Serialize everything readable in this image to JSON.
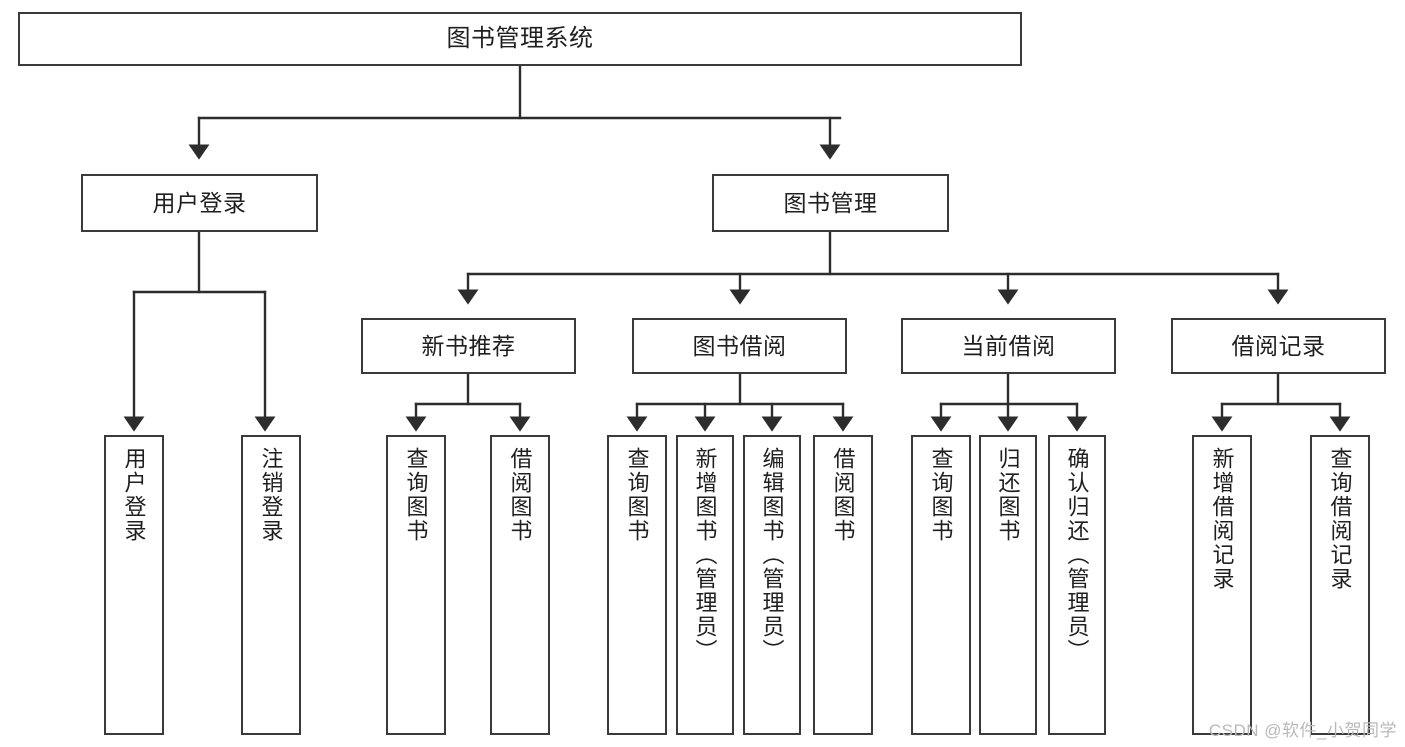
{
  "diagram": {
    "title": "图书管理系统",
    "type": "functional-structure-tree",
    "root": {
      "id": "root",
      "label": "图书管理系统"
    },
    "level1": [
      {
        "id": "user-login",
        "label": "用户登录"
      },
      {
        "id": "book-manage",
        "label": "图书管理"
      }
    ],
    "level2": [
      {
        "id": "new-book-recommend",
        "label": "新书推荐",
        "parent": "book-manage"
      },
      {
        "id": "book-borrow",
        "label": "图书借阅",
        "parent": "book-manage"
      },
      {
        "id": "current-borrow",
        "label": "当前借阅",
        "parent": "book-manage"
      },
      {
        "id": "borrow-record",
        "label": "借阅记录",
        "parent": "book-manage"
      }
    ],
    "leaves": [
      {
        "id": "leaf-user-login",
        "label": "用户登录",
        "parent": "user-login"
      },
      {
        "id": "leaf-user-logout",
        "label": "注销登录",
        "parent": "user-login"
      },
      {
        "id": "leaf-query-book-1",
        "label": "查询图书",
        "parent": "new-book-recommend"
      },
      {
        "id": "leaf-borrow-book-1",
        "label": "借阅图书",
        "parent": "new-book-recommend"
      },
      {
        "id": "leaf-query-book-2",
        "label": "查询图书",
        "parent": "book-borrow"
      },
      {
        "id": "leaf-add-book",
        "label": "新增图书（管理员）",
        "parent": "book-borrow"
      },
      {
        "id": "leaf-edit-book",
        "label": "编辑图书（管理员）",
        "parent": "book-borrow"
      },
      {
        "id": "leaf-borrow-book-2",
        "label": "借阅图书",
        "parent": "book-borrow"
      },
      {
        "id": "leaf-query-book-3",
        "label": "查询图书",
        "parent": "current-borrow"
      },
      {
        "id": "leaf-return-book",
        "label": "归还图书",
        "parent": "current-borrow"
      },
      {
        "id": "leaf-confirm-return",
        "label": "确认归还（管理员）",
        "parent": "current-borrow"
      },
      {
        "id": "leaf-add-record",
        "label": "新增借阅记录",
        "parent": "borrow-record"
      },
      {
        "id": "leaf-query-record",
        "label": "查询借阅记录",
        "parent": "borrow-record"
      }
    ]
  },
  "watermark": {
    "text": "CSDN @软件_小贺同学"
  },
  "colors": {
    "border": "#3a3a3a",
    "text": "#1f1f1f",
    "background": "#ffffff",
    "watermark": "#b9b9b9"
  }
}
